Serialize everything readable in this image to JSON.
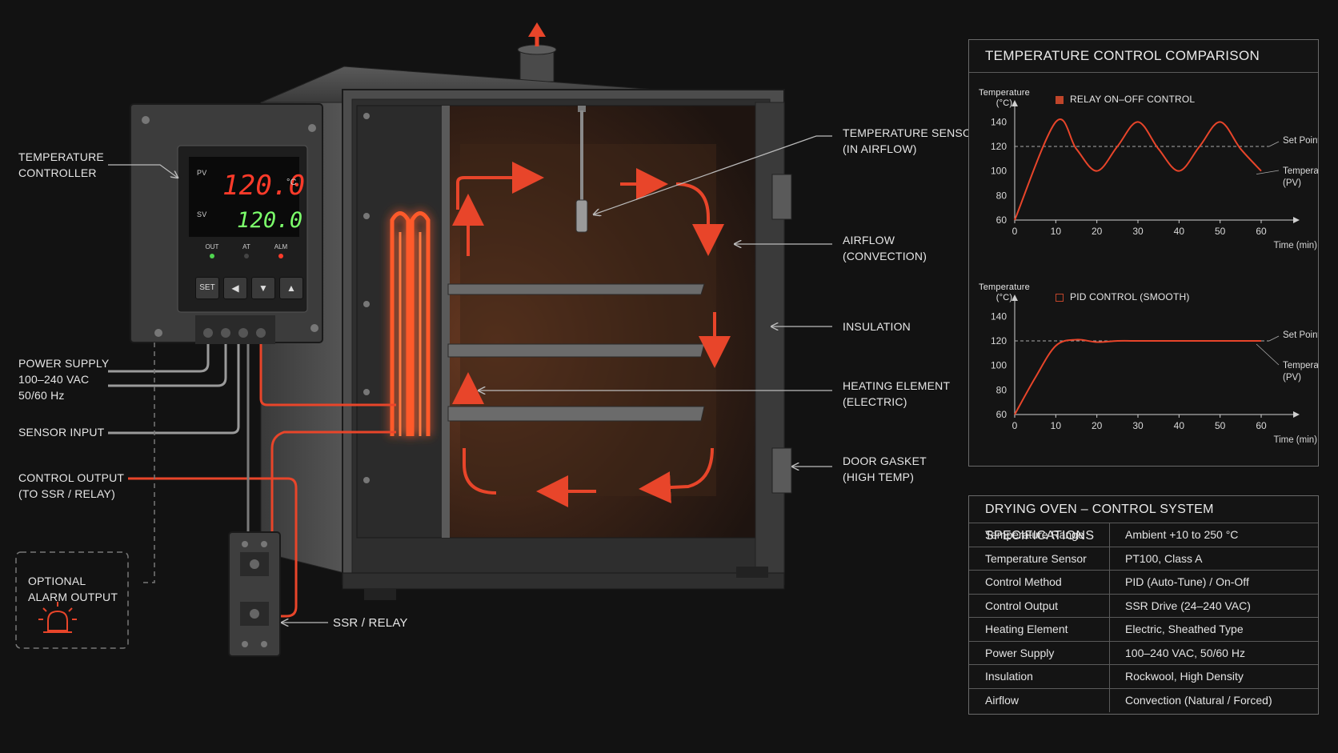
{
  "callouts": {
    "temperature_controller": [
      "TEMPERATURE",
      "CONTROLLER"
    ],
    "power_supply": [
      "POWER SUPPLY",
      "100–240 VAC",
      "50/60 Hz"
    ],
    "sensor_input": "SENSOR INPUT",
    "control_output": [
      "CONTROL OUTPUT",
      "(TO SSR / RELAY)"
    ],
    "optional_alarm": [
      "OPTIONAL",
      "ALARM OUTPUT"
    ],
    "ssr_relay": "SSR / RELAY",
    "temperature_sensor": [
      "TEMPERATURE SENSOR",
      "(IN AIRFLOW)"
    ],
    "airflow": [
      "AIRFLOW",
      "(CONVECTION)"
    ],
    "insulation": "INSULATION",
    "heating_element": [
      "HEATING ELEMENT",
      "(ELECTRIC)"
    ],
    "door_gasket": [
      "DOOR GASKET",
      "(HIGH TEMP)"
    ]
  },
  "controller": {
    "pv_label": "PV",
    "pv_value": "120.0",
    "unit": "°C",
    "sv_label": "SV",
    "sv_value": "120.0",
    "indicators": [
      "OUT",
      "AT",
      "ALM"
    ],
    "buttons": [
      "SET",
      "◀",
      "▼",
      "▲"
    ]
  },
  "comparison": {
    "title": "TEMPERATURE CONTROL COMPARISON",
    "charts": [
      {
        "legend": "RELAY ON–OFF CONTROL",
        "legend_filled": true,
        "ylabel": [
          "Temperature",
          "(°C)"
        ],
        "xlabel": "Time (min)",
        "yticks": [
          "60",
          "80",
          "100",
          "120",
          "140"
        ],
        "xticks": [
          "0",
          "10",
          "20",
          "30",
          "40",
          "50",
          "60"
        ],
        "set_point_label": "Set Point",
        "pv_label": [
          "Temperature",
          "(PV)"
        ]
      },
      {
        "legend": "PID CONTROL (SMOOTH)",
        "legend_filled": false,
        "ylabel": [
          "Temperature",
          "(°C)"
        ],
        "xlabel": "Time (min)",
        "yticks": [
          "60",
          "80",
          "100",
          "120",
          "140"
        ],
        "xticks": [
          "0",
          "10",
          "20",
          "30",
          "40",
          "50",
          "60"
        ],
        "set_point_label": "Set Point",
        "pv_label": [
          "Temperature",
          "(PV)"
        ]
      }
    ]
  },
  "chart_data": [
    {
      "type": "line",
      "xlim": [
        0,
        60
      ],
      "ylim": [
        60,
        150
      ],
      "set_point": 120,
      "series": [
        {
          "x": [
            0,
            10,
            15,
            20,
            25,
            30,
            35,
            40,
            45,
            50,
            55,
            60
          ],
          "y": [
            60,
            140,
            118,
            100,
            120,
            140,
            118,
            100,
            120,
            140,
            118,
            100
          ]
        }
      ]
    },
    {
      "type": "line",
      "xlim": [
        0,
        60
      ],
      "ylim": [
        60,
        150
      ],
      "set_point": 120,
      "series": [
        {
          "x": [
            0,
            5,
            10,
            15,
            20,
            25,
            30,
            35,
            40,
            45,
            50,
            55,
            60
          ],
          "y": [
            60,
            90,
            116,
            121,
            119,
            120,
            120,
            120,
            120,
            120,
            120,
            120,
            120
          ]
        }
      ]
    }
  ],
  "specs": {
    "title": "DRYING OVEN – CONTROL SYSTEM SPECIFICATIONS",
    "rows": [
      {
        "key": "Temperature Range",
        "value": "Ambient +10 to 250 °C"
      },
      {
        "key": "Temperature Sensor",
        "value": "PT100, Class A"
      },
      {
        "key": "Control Method",
        "value": "PID (Auto-Tune) / On-Off"
      },
      {
        "key": "Control Output",
        "value": "SSR Drive (24–240 VAC)"
      },
      {
        "key": "Heating Element",
        "value": "Electric, Sheathed Type"
      },
      {
        "key": "Power Supply",
        "value": "100–240 VAC, 50/60 Hz"
      },
      {
        "key": "Insulation",
        "value": "Rockwool, High Density"
      },
      {
        "key": "Airflow",
        "value": "Convection (Natural / Forced)"
      }
    ]
  },
  "colors": {
    "background": "#121212",
    "accent_red": "#e8452a",
    "heater_glow": "#ff5a2a",
    "pv_display": "#ff3b2a",
    "sv_display": "#7cff6b",
    "steel": "#4a4a4a"
  }
}
